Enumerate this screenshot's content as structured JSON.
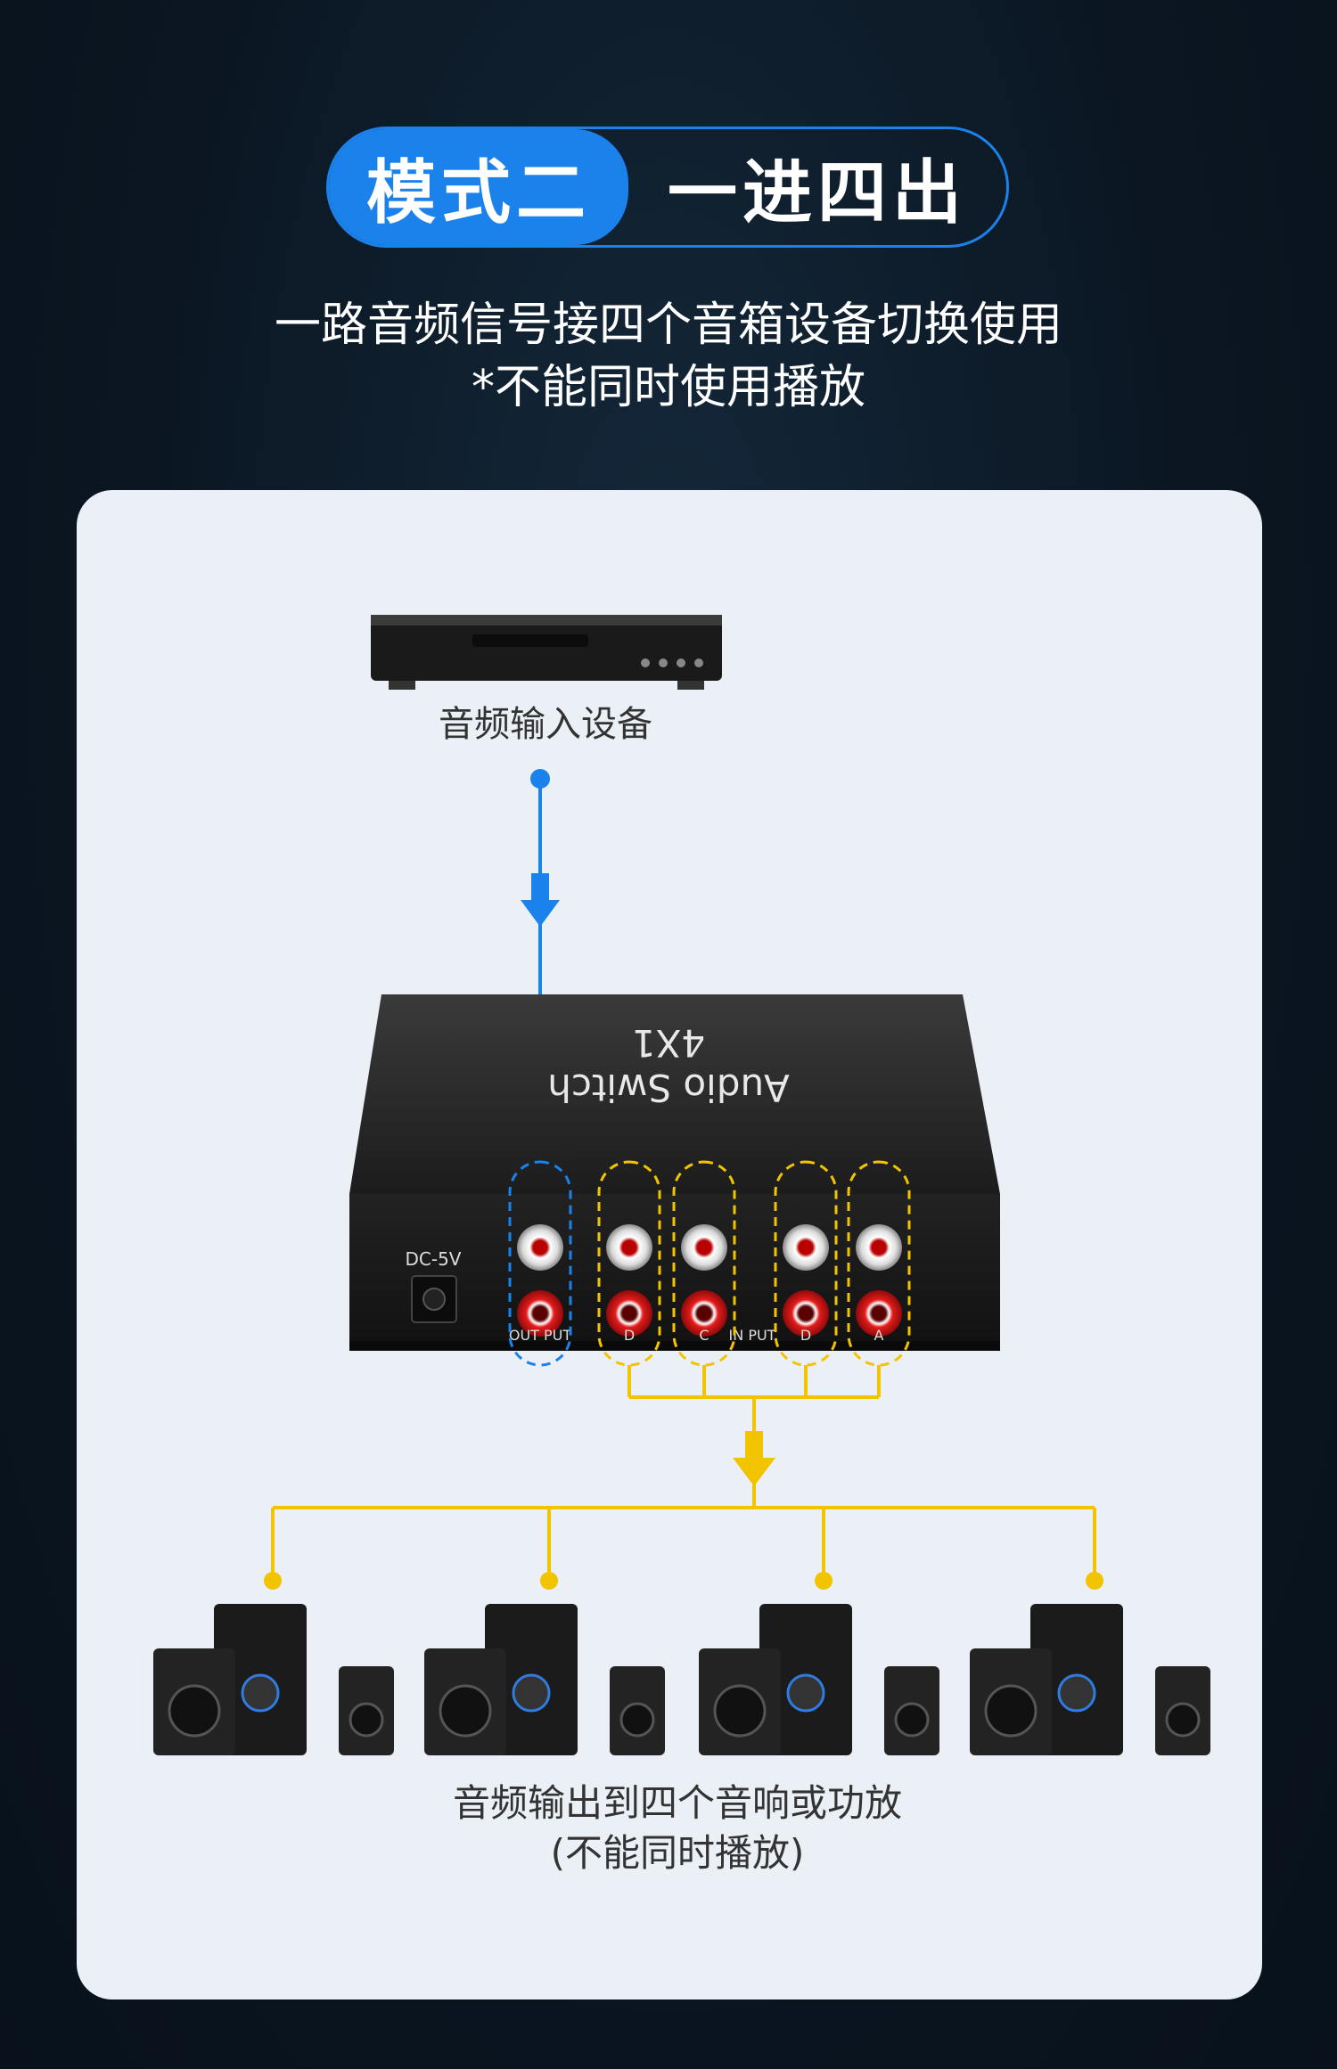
{
  "header": {
    "mode_label": "模式二",
    "mode_desc": "一进四出",
    "subtitle_line1": "一路音频信号接四个音箱设备切换使用",
    "subtitle_line2": "*不能同时使用播放"
  },
  "diagram": {
    "input_label": "音频输入设备",
    "device_title_line1": "Audio Switch",
    "device_title_line2": "4X1",
    "dc_label": "DC-5V",
    "output_port_label": "OUT PUT",
    "input_port_label": "IN PUT",
    "port_letters": [
      "D",
      "C",
      "D",
      "A"
    ],
    "output_label_line1": "音频输出到四个音响或功放",
    "output_label_line2": "(不能同时播放)"
  },
  "colors": {
    "accent_blue": "#1a82ea",
    "accent_yellow": "#f2c400",
    "background": "#0b1622",
    "panel": "#eaf0f6"
  }
}
